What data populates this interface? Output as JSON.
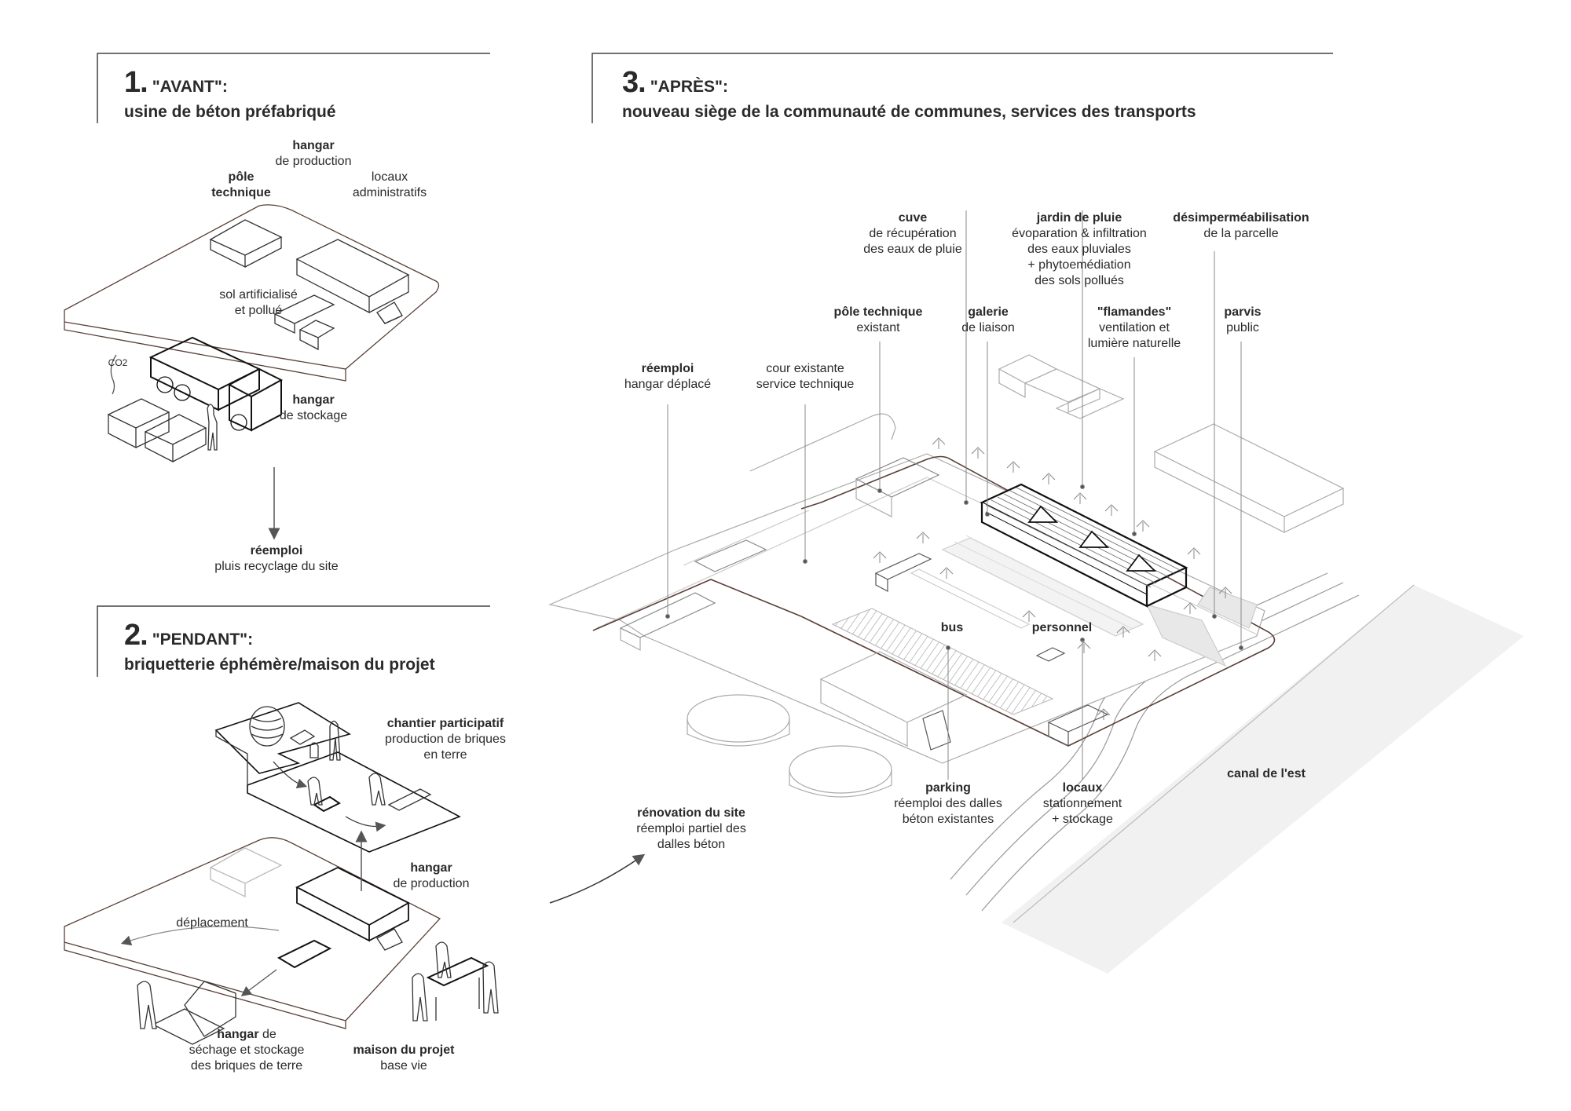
{
  "sections": {
    "s1": {
      "number": "1.",
      "tag": "\"AVANT\":",
      "subtitle": "usine de béton préfabriqué"
    },
    "s2": {
      "number": "2.",
      "tag": "\"PENDANT\":",
      "subtitle": "briquetterie éphémère/maison du projet"
    },
    "s3": {
      "number": "3.",
      "tag": "\"APRÈS\":",
      "subtitle": "nouveau siège de la communauté de communes, services des transports"
    }
  },
  "labels": {
    "hangar_production_1": {
      "bold": "hangar",
      "text": "de production"
    },
    "pole_technique_1": {
      "bold": "pôle",
      "bold2": "technique"
    },
    "locaux_admin": {
      "line1": "locaux",
      "line2": "administratifs"
    },
    "sol": {
      "line1": "sol artificialisé",
      "line2": "et pollué"
    },
    "co2": "CO2",
    "hangar_stockage": {
      "bold": "hangar",
      "text": "de stockage"
    },
    "reemploi_1": {
      "bold": "réemploi",
      "text": "pluis recyclage du site"
    },
    "chantier": {
      "bold": "chantier participatif",
      "line1": "production de briques",
      "line2": "en terre"
    },
    "hangar_production_2": {
      "bold": "hangar",
      "text": "de production"
    },
    "deplacement": "déplacement",
    "hangar_sechage": {
      "bold": "hangar",
      "text": " de",
      "line1": "séchage et stockage",
      "line2": "des briques de terre"
    },
    "maison_projet": {
      "bold": "maison du projet",
      "text": "base vie"
    },
    "renovation": {
      "bold": "rénovation du site",
      "line1": "réemploi partiel des",
      "line2": "dalles béton"
    },
    "cuve": {
      "bold": "cuve",
      "line1": "de récupération",
      "line2": "des eaux de pluie"
    },
    "jardin": {
      "bold": "jardin de pluie",
      "line1": "évoparation & infiltration",
      "line2": "des eaux pluviales",
      "line3": "+ phytoemédiation",
      "line4": "des sols pollués"
    },
    "desimper": {
      "bold": "désimperméabilisation",
      "text": "de la parcelle"
    },
    "pole_technique_3": {
      "bold": "pôle technique",
      "text": "existant"
    },
    "galerie": {
      "bold": "galerie",
      "text": "de liaison"
    },
    "flamandes": {
      "bold": "\"flamandes\"",
      "line1": "ventilation et",
      "line2": "lumière naturelle"
    },
    "parvis": {
      "bold": "parvis",
      "text": "public"
    },
    "reemploi_3": {
      "bold": "réemploi",
      "text": "hangar déplacé"
    },
    "cour": {
      "line1": "cour existante",
      "line2": "service technique"
    },
    "bus": "bus",
    "personnel": "personnel",
    "parking": {
      "bold": "parking",
      "line1": "réemploi des dalles",
      "line2": "béton existantes"
    },
    "locaux_3": {
      "bold": "locaux",
      "line1": "stationnement",
      "line2": "+ stockage"
    },
    "canal": "canal de l'est"
  },
  "colors": {
    "ink": "#2a2a2a",
    "plot_outline": "#5a4038",
    "leader": "#8a8a8a",
    "canal_fill": "#f1f1f1"
  }
}
